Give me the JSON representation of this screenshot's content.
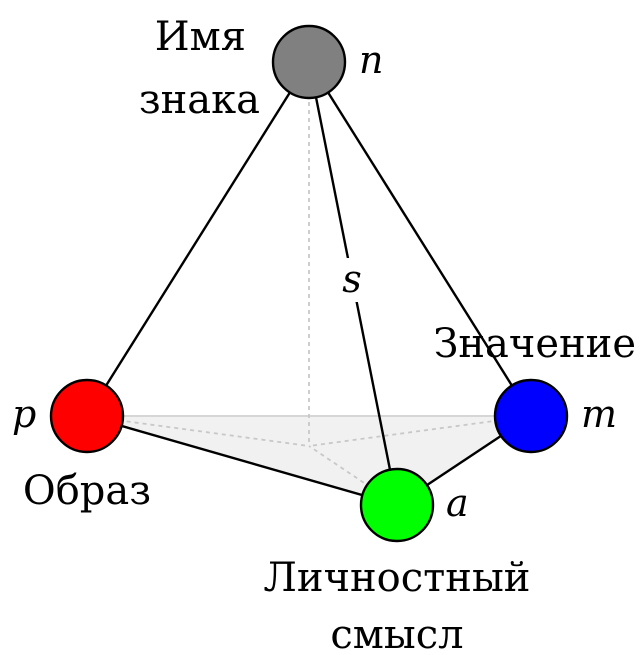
{
  "diagram": {
    "nodes": {
      "n": {
        "var": "n",
        "label_lines": [
          "Имя",
          "знака"
        ],
        "color": "#808080"
      },
      "p": {
        "var": "p",
        "label_lines": [
          "Образ"
        ],
        "color": "#ff0000"
      },
      "m": {
        "var": "m",
        "label_lines": [
          "Значение"
        ],
        "color": "#0000ff"
      },
      "a": {
        "var": "a",
        "label_lines": [
          "Личностный",
          "смысл"
        ],
        "color": "#00ff00"
      }
    },
    "edge_label": "s",
    "edges": [
      [
        "n",
        "p"
      ],
      [
        "n",
        "m"
      ],
      [
        "n",
        "a"
      ],
      [
        "p",
        "a"
      ],
      [
        "a",
        "m"
      ]
    ],
    "base_face": [
      "p",
      "m",
      "a"
    ]
  }
}
